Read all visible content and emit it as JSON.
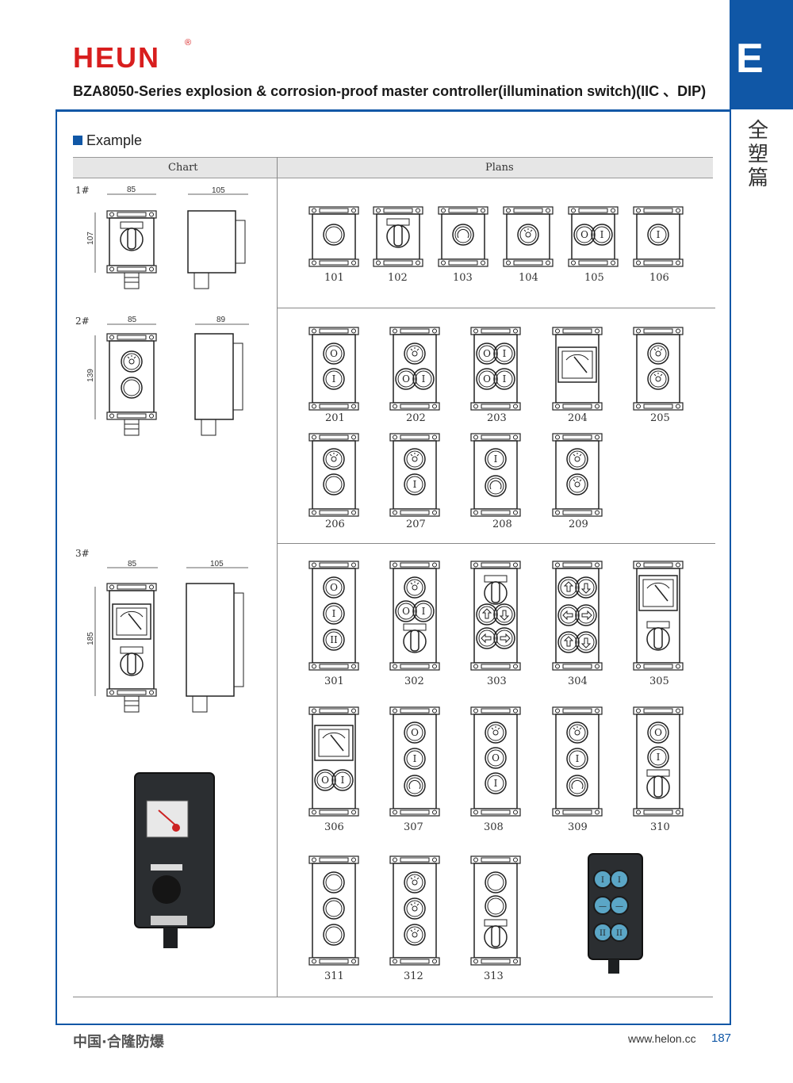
{
  "brand": {
    "logo": "HEUN",
    "registered": "®"
  },
  "header": {
    "title": "BZA8050-Series explosion & corrosion-proof master controller(illumination switch)(IIC 、DIP)"
  },
  "side": {
    "letter": "E",
    "chinese": "全塑篇"
  },
  "section": {
    "label": "Example"
  },
  "table": {
    "col_chart": "Chart",
    "col_plans": "Plans"
  },
  "rows": [
    {
      "label": "1#",
      "dims": [
        "85",
        "105",
        "107"
      ],
      "codes": [
        "101",
        "102",
        "103",
        "104",
        "105",
        "106"
      ]
    },
    {
      "label": "2#",
      "dims": [
        "85",
        "89",
        "139"
      ],
      "codes": [
        "201",
        "202",
        "203",
        "204",
        "205",
        "206",
        "207",
        "208",
        "209"
      ]
    },
    {
      "label": "3#",
      "dims": [
        "85",
        "105",
        "185"
      ],
      "codes": [
        "301",
        "302",
        "303",
        "304",
        "305",
        "306",
        "307",
        "308",
        "309",
        "310",
        "311",
        "312",
        "313"
      ]
    }
  ],
  "footer": {
    "chinese": "中国·合隆防爆",
    "url": "www.helon.cc",
    "page": "187"
  },
  "colors": {
    "accent": "#1057a6",
    "logo": "#d81e1e"
  }
}
